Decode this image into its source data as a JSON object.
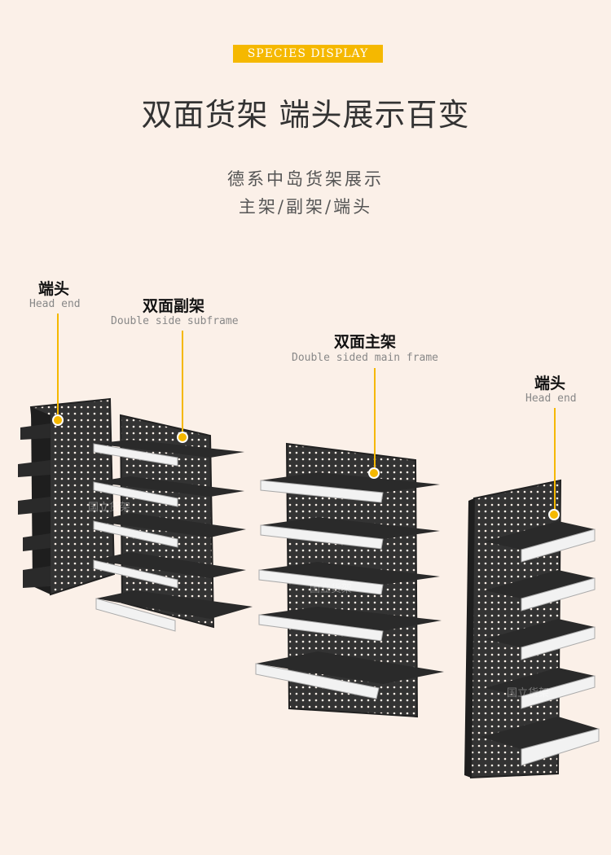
{
  "header": {
    "badge": "SPECIES DISPLAY",
    "title": "双面货架 端头展示百变",
    "subtitle_line1": "德系中岛货架展示",
    "subtitle_line2": "主架/副架/端头"
  },
  "callouts": [
    {
      "cn": "端头",
      "en": "Head end"
    },
    {
      "cn": "双面副架",
      "en": "Double side subframe"
    },
    {
      "cn": "双面主架",
      "en": "Double sided main frame"
    },
    {
      "cn": "端头",
      "en": "Head end"
    }
  ],
  "watermarks": [
    "国立货架",
    "国立货架",
    "国立货架"
  ],
  "colors": {
    "accent": "#f5b800",
    "background": "#fbf0e8",
    "shelf": "#2a2a2a",
    "trim": "#e8e8e8"
  }
}
